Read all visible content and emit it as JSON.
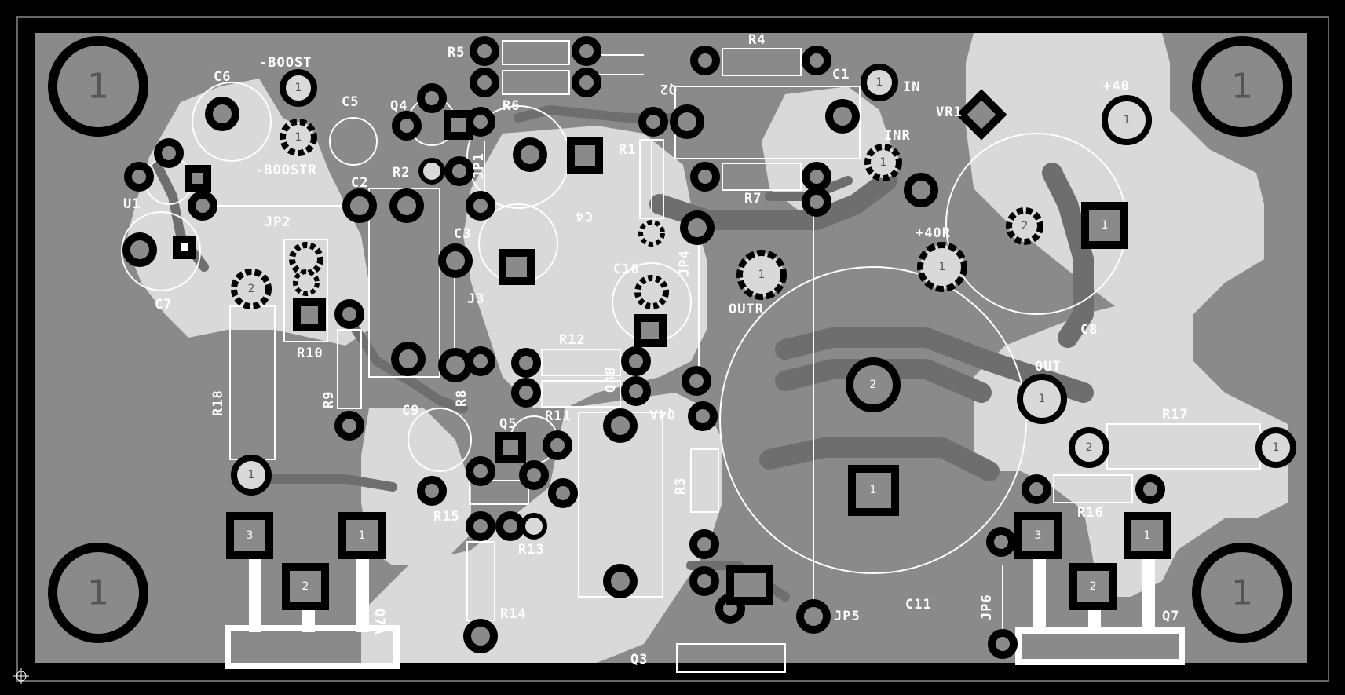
{
  "board": {
    "colors": {
      "background": "#000000",
      "copper_fill": "#8a8a8a",
      "copper_pour_light": "#d9d9d9",
      "pad": "#000000",
      "silkscreen": "#ffffff"
    },
    "mounting_hole_labels": [
      "1",
      "1",
      "1",
      "1"
    ]
  },
  "components": [
    {
      "ref": "R5",
      "label": "R5"
    },
    {
      "ref": "R6",
      "label": "R6"
    },
    {
      "ref": "Q2",
      "label": "Q2"
    },
    {
      "ref": "R4",
      "label": "R4"
    },
    {
      "ref": "C1",
      "label": "C1"
    },
    {
      "ref": "IN",
      "label": "IN"
    },
    {
      "ref": "INR",
      "label": "INR"
    },
    {
      "ref": "VR1",
      "label": "VR1"
    },
    {
      "ref": "+40",
      "label": "+40"
    },
    {
      "ref": "C6",
      "label": "C6"
    },
    {
      "ref": "-BOOST",
      "label": "-BOOST"
    },
    {
      "ref": "-BOOSTR",
      "label": "-BOOSTR"
    },
    {
      "ref": "C5",
      "label": "C5"
    },
    {
      "ref": "Q4",
      "label": "Q4"
    },
    {
      "ref": "R2",
      "label": "R2"
    },
    {
      "ref": "JP1",
      "label": "JP1"
    },
    {
      "ref": "C4",
      "label": "C4"
    },
    {
      "ref": "R1",
      "label": "R1"
    },
    {
      "ref": "R7",
      "label": "R7"
    },
    {
      "ref": "U1",
      "label": "U1"
    },
    {
      "ref": "C2",
      "label": "C2"
    },
    {
      "ref": "JP2",
      "label": "JP2"
    },
    {
      "ref": "C3",
      "label": "C3"
    },
    {
      "ref": "J3",
      "label": "J3"
    },
    {
      "ref": "JP4",
      "label": "JP4"
    },
    {
      "ref": "+40R",
      "label": "+40R"
    },
    {
      "ref": "C8",
      "label": "C8"
    },
    {
      "ref": "C7",
      "label": "C7"
    },
    {
      "ref": "R10",
      "label": "R10"
    },
    {
      "ref": "C10",
      "label": "C10"
    },
    {
      "ref": "OUTR",
      "label": "OUTR"
    },
    {
      "ref": "R12",
      "label": "R12"
    },
    {
      "ref": "R18",
      "label": "R18"
    },
    {
      "ref": "R9",
      "label": "R9"
    },
    {
      "ref": "R8",
      "label": "R8"
    },
    {
      "ref": "C9",
      "label": "C9"
    },
    {
      "ref": "R11",
      "label": "R11"
    },
    {
      "ref": "Q4B",
      "label": "Q4B"
    },
    {
      "ref": "Q4A",
      "label": "Q4A"
    },
    {
      "ref": "OUT",
      "label": "OUT"
    },
    {
      "ref": "R17",
      "label": "R17"
    },
    {
      "ref": "Q5",
      "label": "Q5"
    },
    {
      "ref": "R3",
      "label": "R3"
    },
    {
      "ref": "R16",
      "label": "R16"
    },
    {
      "ref": "R15",
      "label": "R15"
    },
    {
      "ref": "R13",
      "label": "R13"
    },
    {
      "ref": "Q7A",
      "label": "Q7A"
    },
    {
      "ref": "R14",
      "label": "R14"
    },
    {
      "ref": "JP5",
      "label": "JP5"
    },
    {
      "ref": "C11",
      "label": "C11"
    },
    {
      "ref": "JP6",
      "label": "JP6"
    },
    {
      "ref": "Q7",
      "label": "Q7"
    },
    {
      "ref": "Q3",
      "label": "Q3"
    }
  ],
  "pad_numbers": {
    "one": "1",
    "two": "2",
    "three": "3"
  }
}
